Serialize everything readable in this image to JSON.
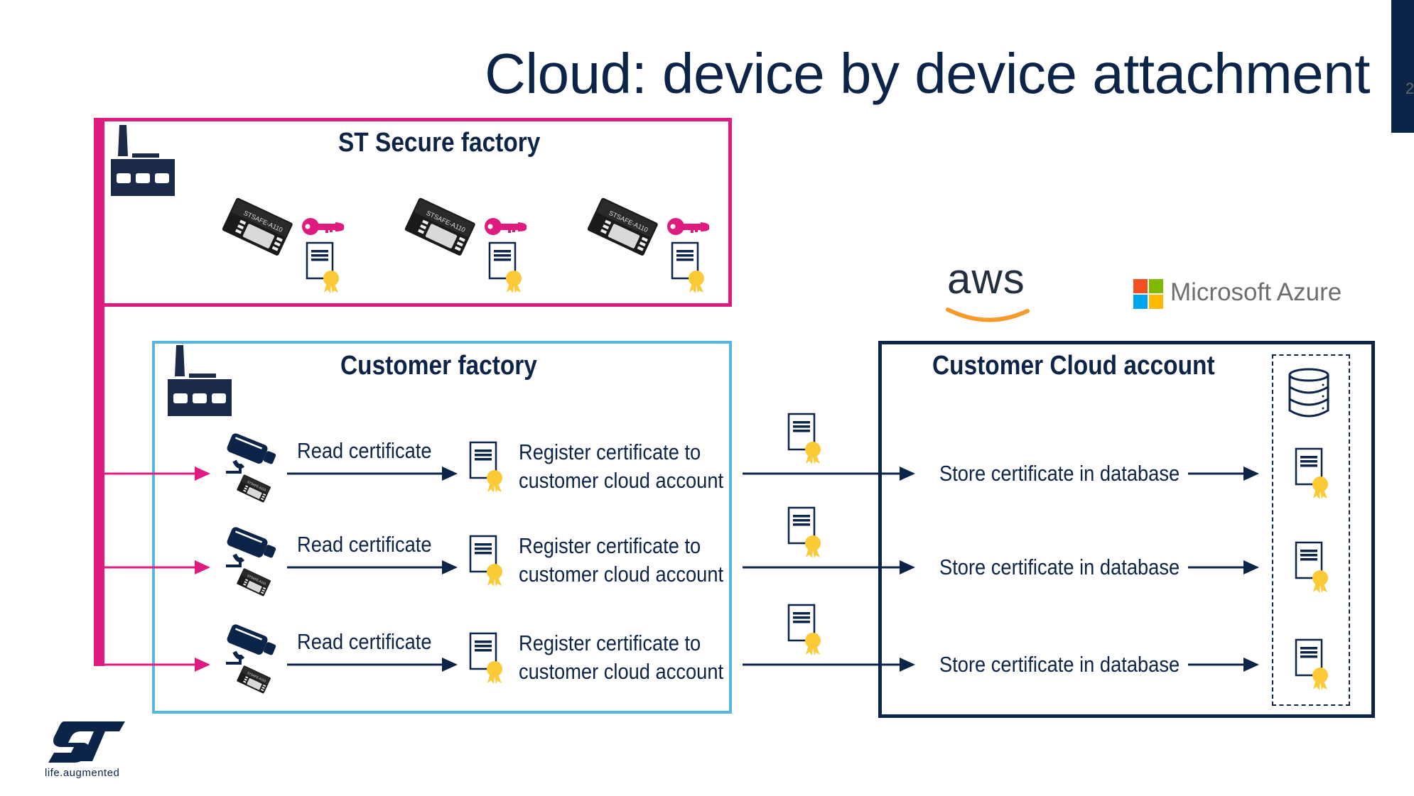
{
  "slide": {
    "title": "Cloud: device by device attachment",
    "page_number": "2"
  },
  "colors": {
    "navy": "#0c2447",
    "st_factory_border": "#df1b7f",
    "customer_factory_border": "#55b6e2",
    "seal_yellow": "#fcc937",
    "aws_orange": "#f79a2e"
  },
  "st_secure_factory": {
    "heading": "ST Secure factory",
    "chips": [
      {
        "chip_label": "STSAFE-A110",
        "icons": [
          "secure-element-chip",
          "key-icon",
          "certificate-icon"
        ]
      },
      {
        "chip_label": "STSAFE-A110",
        "icons": [
          "secure-element-chip",
          "key-icon",
          "certificate-icon"
        ]
      },
      {
        "chip_label": "STSAFE-A110",
        "icons": [
          "secure-element-chip",
          "key-icon",
          "certificate-icon"
        ]
      }
    ]
  },
  "customer_factory": {
    "heading": "Customer factory",
    "rows": [
      {
        "read_label": "Read certificate",
        "register_label_line1": "Register certificate to",
        "register_label_line2": "customer cloud account"
      },
      {
        "read_label": "Read certificate",
        "register_label_line1": "Register certificate to",
        "register_label_line2": "customer cloud account"
      },
      {
        "read_label": "Read certificate",
        "register_label_line1": "Register certificate to",
        "register_label_line2": "customer cloud account"
      }
    ]
  },
  "cloud_providers": {
    "aws": "aws",
    "azure": "Microsoft Azure"
  },
  "customer_cloud_account": {
    "heading": "Customer Cloud account",
    "rows": [
      {
        "store_label": "Store certificate in database"
      },
      {
        "store_label": "Store certificate in database"
      },
      {
        "store_label": "Store certificate in database"
      }
    ]
  },
  "footer": {
    "brand": "ST",
    "tagline": "life.augmented"
  }
}
